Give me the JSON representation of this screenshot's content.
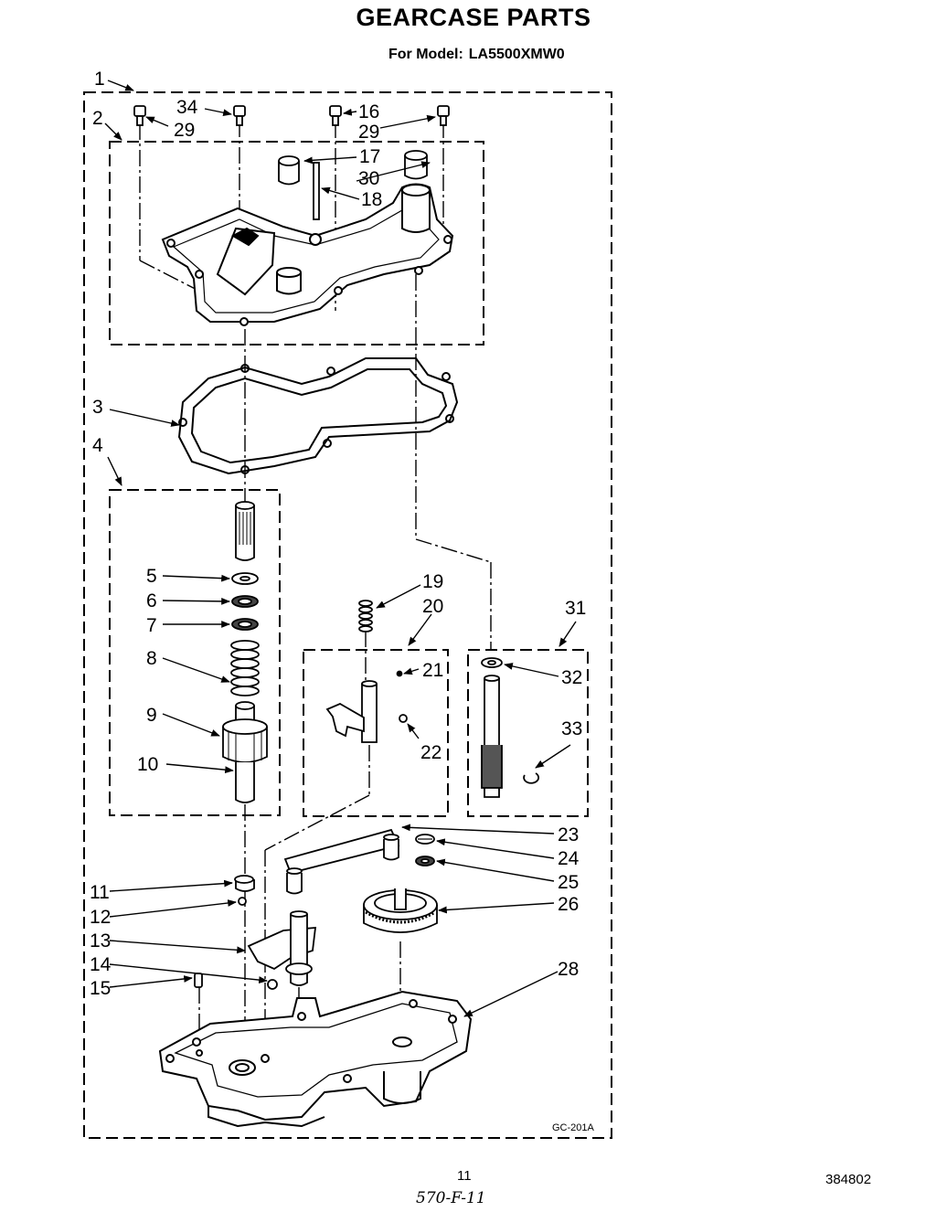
{
  "title": "GEARCASE PARTS",
  "model_label": "For Model:",
  "model_value": "LA5500XMW0",
  "drawing_code": "GC-201A",
  "page_number": "11",
  "doc_number": "384802",
  "handwritten_note": "570-F-11",
  "callouts": [
    "1",
    "2",
    "3",
    "4",
    "5",
    "6",
    "7",
    "8",
    "9",
    "10",
    "11",
    "12",
    "13",
    "14",
    "15",
    "16",
    "17",
    "18",
    "19",
    "20",
    "21",
    "22",
    "23",
    "24",
    "25",
    "26",
    "28",
    "29",
    "29",
    "30",
    "31",
    "32",
    "33",
    "34"
  ]
}
